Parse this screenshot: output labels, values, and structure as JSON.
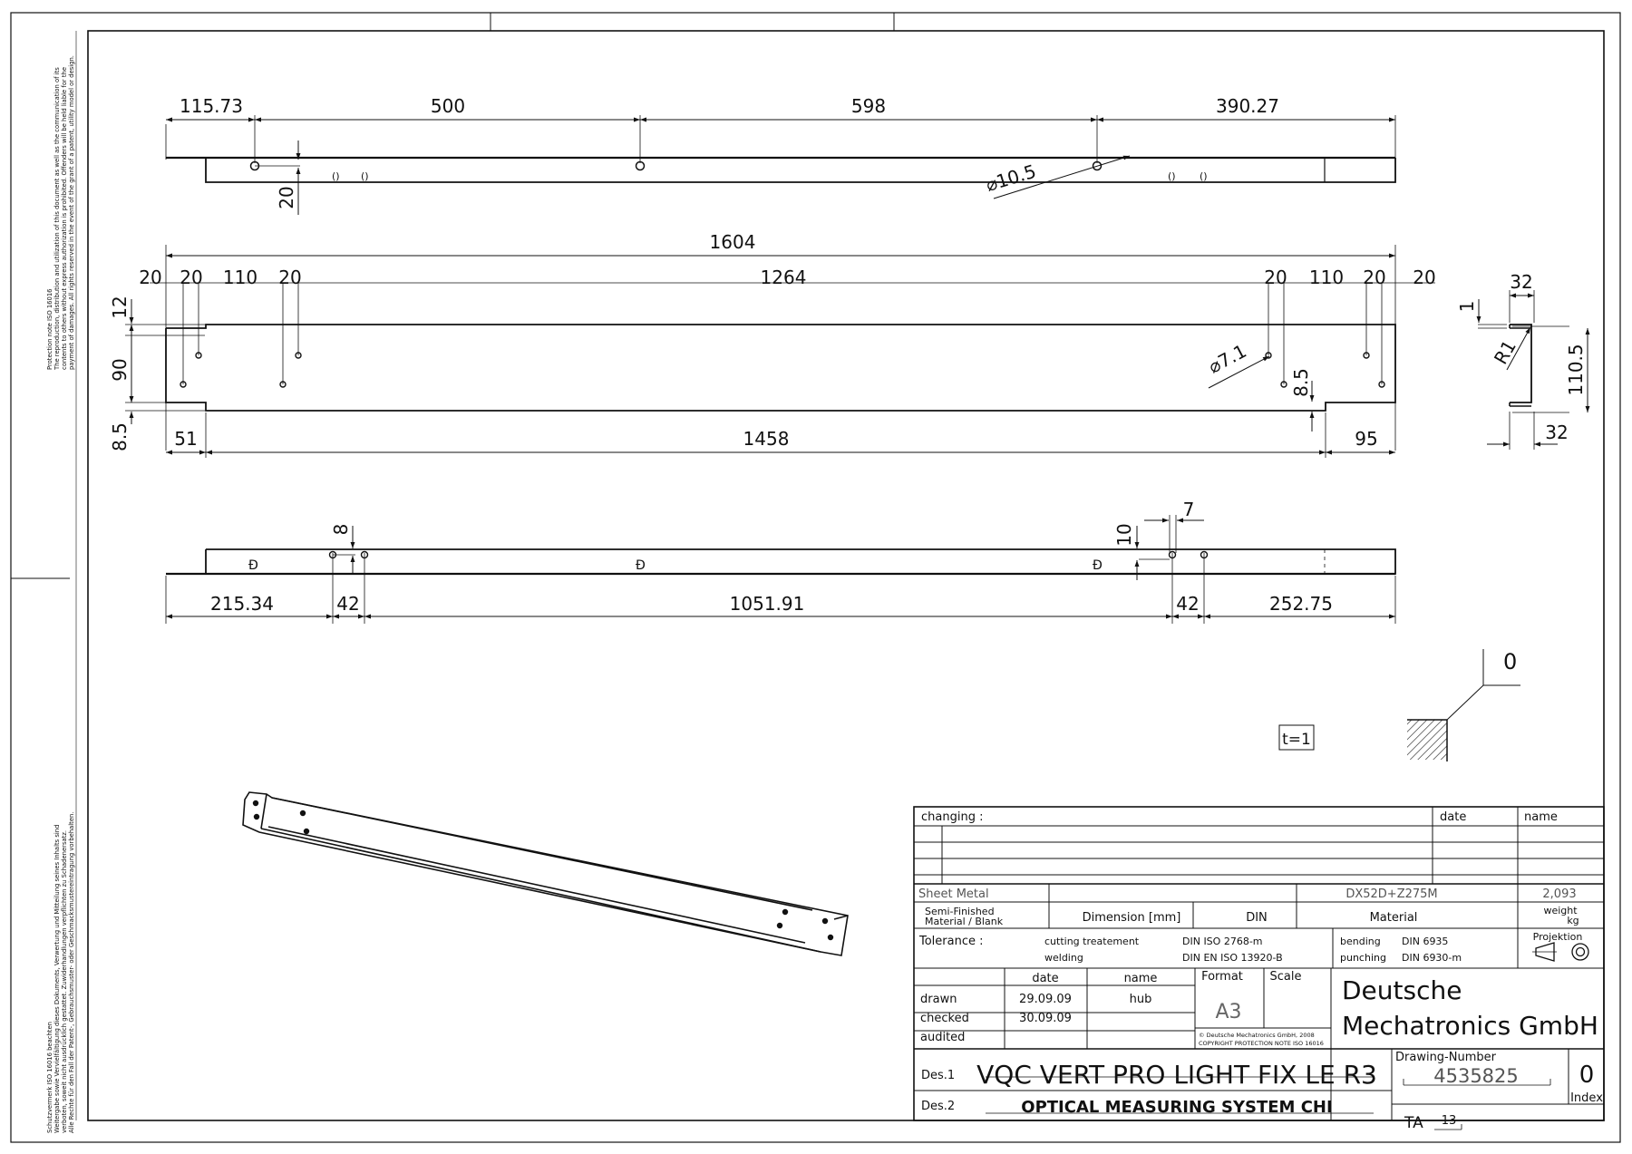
{
  "side_notes": {
    "protection_en": [
      "Protection note ISO 16016",
      "The reproduction, distribution and utilization of this document as well as the communication of its",
      "contents to others without express authorization is prohibited. Offenders will be held liable for the",
      "payment of damages. All rights reserved in the event of the grant of a patent, utility model or design."
    ],
    "protection_de": [
      "Schutzvermerk ISO 16016 beachten",
      "Weitergabe sowie Vervielfältigung dieses Dokuments, Verwertung und Mitteilung seines Inhalts sind",
      "verboten, soweit nicht ausdrücklich gestattet. Zuwiderhandlungen verpflichten zu Schadenersatz.",
      "Alle Rechte für den Fall der Patent-, Gebrauchsmuster- oder Geschmacksmustereintragung vorbehalten."
    ]
  },
  "top_view": {
    "dims": [
      "115.73",
      "500",
      "598",
      "390.27"
    ],
    "hole_height": "20",
    "hole_diameter": "⌀10.5"
  },
  "front_view": {
    "overall": "1604",
    "top_dims": [
      "20",
      "20",
      "110",
      "20",
      "1264",
      "20",
      "110",
      "20",
      "20"
    ],
    "left_dims": [
      "12",
      "90",
      "8.5"
    ],
    "hole_diameter": "⌀7.1",
    "right_offset": "8.5",
    "bottom_dims": [
      "51",
      "1458",
      "95"
    ]
  },
  "section_view": {
    "width_top": "32",
    "bend_height": "1",
    "radius": "R1",
    "height": "110.5",
    "width_bottom": "32"
  },
  "bottom_view": {
    "left_height": "8",
    "right_height": "10",
    "right_width": "7",
    "dims": [
      "215.34",
      "42",
      "1051.91",
      "42",
      "252.75"
    ]
  },
  "surface": {
    "roughness": "0",
    "thickness": "t=1"
  },
  "title_block": {
    "changing_label": "changing :",
    "date_label": "date",
    "name_label": "name",
    "sheet_metal": "Sheet Metal",
    "material_code": "DX52D+Z275M",
    "weight_value": "2,093",
    "semi_finished": [
      "Semi-Finished",
      "Material / Blank"
    ],
    "dimension_label": "Dimension [mm]",
    "din_label": "DIN",
    "material_label": "Material",
    "weight_label": [
      "weight",
      "kg"
    ],
    "tolerance_label": "Tolerance :",
    "cutting_label": "cutting treatement",
    "welding_label": "welding",
    "cutting_std": "DIN ISO 2768-m",
    "welding_std": "DIN EN ISO 13920-B",
    "bending_label": "bending",
    "punching_label": "punching",
    "bending_std": "DIN 6935",
    "punching_std": "DIN 6930-m",
    "projection_label": "Projektion",
    "col_date": "date",
    "col_name": "name",
    "format_label": "Format",
    "scale_label": "Scale",
    "format_value": "A3",
    "drawn_label": "drawn",
    "checked_label": "checked",
    "audited_label": "audited",
    "drawn_date": "29.09.09",
    "drawn_name": "hub",
    "checked_date": "30.09.09",
    "copyright": [
      "© Deutsche Mechatronics GmbH, 2008",
      "COPYRIGHT PROTECTION NOTE ISO 16016"
    ],
    "company": [
      "Deutsche",
      "Mechatronics GmbH"
    ],
    "des1_label": "Des.1",
    "des1_value": "VQC VERT PRO LIGHT FIX LE R3",
    "des2_label": "Des.2",
    "des2_value": "OPTICAL MEASURING SYSTEM CHI",
    "drawing_number_label": "Drawing-Number",
    "drawing_number": "4535825",
    "index_value": "0",
    "index_label": "Index",
    "ta_label": "TA",
    "ta_value": "13"
  }
}
